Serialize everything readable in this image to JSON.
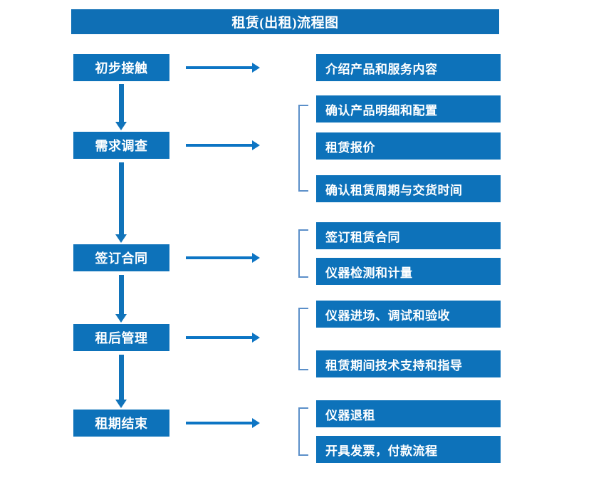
{
  "title": {
    "text": "租赁(出租)流程图"
  },
  "colors": {
    "box_blue": "#0d72ba",
    "title_blue": "#0f6fb5",
    "arrow_blue": "#0d75c4",
    "bracket_blue": "#5b8fc9",
    "text_white": "#ffffff",
    "background": "#ffffff"
  },
  "stages": [
    {
      "id": "stage-1",
      "label": "初步接触",
      "outputs": [
        "介绍产品和服务内容"
      ],
      "bracketed": false
    },
    {
      "id": "stage-2",
      "label": "需求调查",
      "outputs": [
        "确认产品明细和配置",
        "租赁报价",
        "确认租赁周期与交货时间"
      ],
      "bracketed": true
    },
    {
      "id": "stage-3",
      "label": "签订合同",
      "outputs": [
        "签订租赁合同",
        "仪器检测和计量"
      ],
      "bracketed": true
    },
    {
      "id": "stage-4",
      "label": "租后管理",
      "outputs": [
        "仪器进场、调试和验收",
        "租赁期间技术支持和指导"
      ],
      "bracketed": true
    },
    {
      "id": "stage-5",
      "label": "租期结束",
      "outputs": [
        "仪器退租",
        "开具发票，付款流程"
      ],
      "bracketed": true
    }
  ],
  "flow": {
    "vertical_arrow_count": 4,
    "horizontal_arrow_count": 5,
    "bracket_count": 4,
    "direction": "top-to-bottom"
  }
}
